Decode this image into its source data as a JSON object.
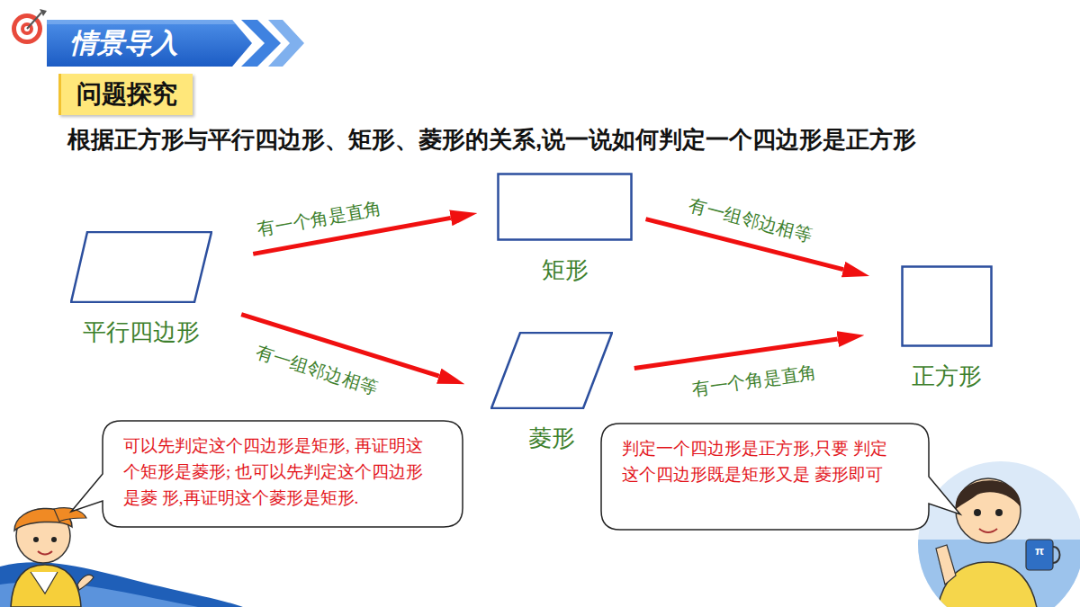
{
  "diagram": {
    "title": "情景导入",
    "nodes": [
      {
        "text": [
          "问题探究"
        ]
      },
      {
        "text": [
          "平行四边形"
        ]
      },
      {
        "text": [
          "矩形"
        ]
      },
      {
        "text": [
          "菱形"
        ]
      },
      {
        "text": [
          "正方形"
        ]
      },
      {
        "text": [
          "可以先判定这个四边形是矩形, 再证明这个矩形是菱形; 也可以先判定这个四边形是菱 形,再证明这个菱形是矩形."
        ]
      },
      {
        "text": [
          "判定一个四边形是正方形,只要 判定这个四边形既是矩形又是 菱形即可"
        ]
      }
    ],
    "edges": [
      {
        "from": 1,
        "to": 2,
        "arrow": "to",
        "label": "有一个角是直角"
      },
      {
        "from": 2,
        "to": 4,
        "arrow": "to",
        "label": "有一组邻边相等"
      },
      {
        "from": 1,
        "to": 3,
        "arrow": "to",
        "label": "有一组邻边相等"
      },
      {
        "from": 3,
        "to": 4,
        "arrow": "to",
        "label": "有一个角是直角"
      }
    ],
    "labels": [
      "根据正方形与平行四边形、矩形、菱形的关系,说一说如何判定一个四边形是正方形",
      "π"
    ]
  }
}
